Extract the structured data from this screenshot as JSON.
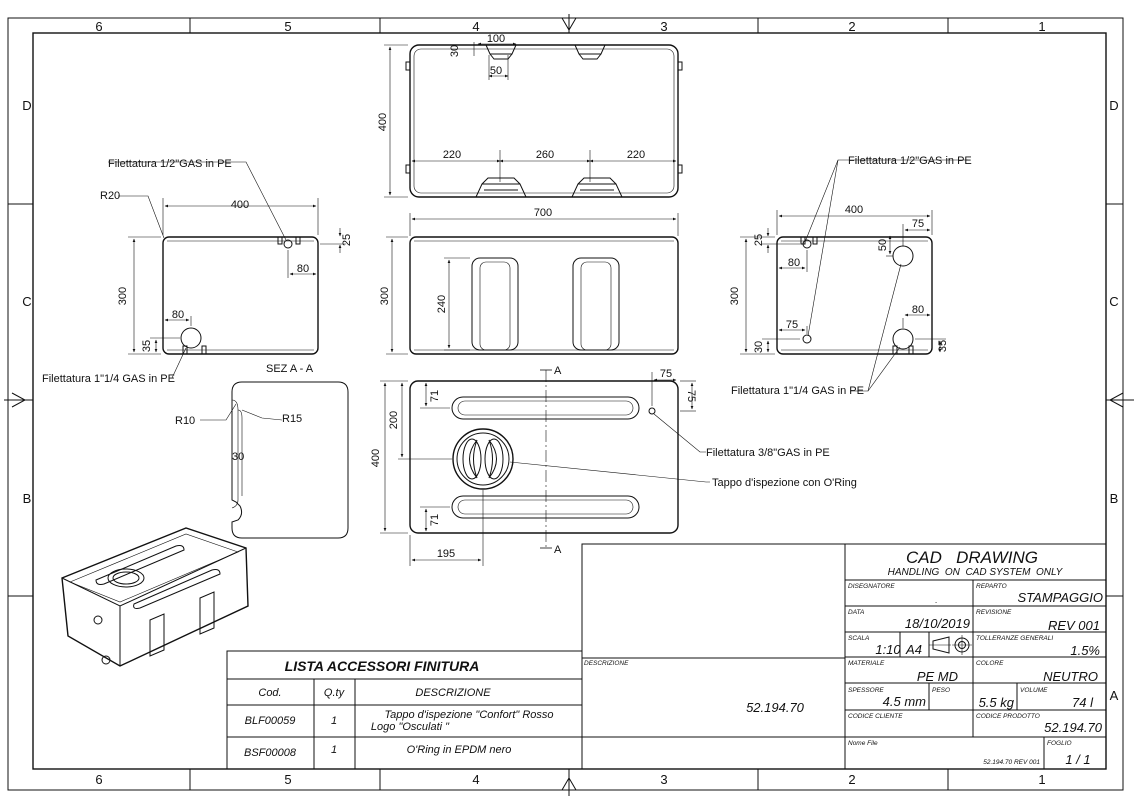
{
  "border": {
    "cols_top": [
      "6",
      "5",
      "4",
      "3",
      "2",
      "1"
    ],
    "cols_bottom": [
      "6",
      "5",
      "4",
      "3",
      "2",
      "1"
    ],
    "rows_left": [
      "D",
      "C",
      "B"
    ],
    "rows_right": [
      "D",
      "C",
      "B",
      "A"
    ]
  },
  "top_view": {
    "dim_100": "100",
    "dim_30": "30",
    "dim_50": "50",
    "dim_400": "400",
    "dim_220a": "220",
    "dim_260": "260",
    "dim_220b": "220"
  },
  "front_view": {
    "dim_700": "700",
    "dim_300": "300",
    "dim_240": "240"
  },
  "left_view": {
    "thread_half": "Filettatura 1/2\"GAS in PE",
    "r20": "R20",
    "dim_400": "400",
    "dim_25": "25",
    "dim_80a": "80",
    "dim_300": "300",
    "dim_80b": "80",
    "dim_35": "35",
    "thread_1_1_4": "Filettatura 1\"1/4 GAS in PE"
  },
  "right_view": {
    "thread_half": "Filettatura 1/2\"GAS in PE",
    "dim_400": "400",
    "dim_75a": "75",
    "dim_25": "25",
    "dim_50": "50",
    "dim_80a": "80",
    "dim_300": "300",
    "dim_75b": "75",
    "dim_80b": "80",
    "dim_30": "30",
    "dim_35": "35",
    "thread_1_1_4": "Filettatura 1\"1/4 GAS in PE"
  },
  "section": {
    "title": "SEZ A - A",
    "r10": "R10",
    "r15": "R15",
    "dim_30": "30"
  },
  "plan_view": {
    "cut_a_top": "A",
    "cut_a_bottom": "A",
    "dim_75a": "75",
    "dim_75b": "75",
    "dim_71a": "71",
    "dim_200": "200",
    "dim_400": "400",
    "dim_71b": "71",
    "dim_195": "195",
    "thread_3_8": "Filettatura 3/8\"GAS in PE",
    "cap_label": "Tappo d'ispezione con O'Ring"
  },
  "accessories": {
    "title": "LISTA ACCESSORI FINITURA",
    "headers": [
      "Cod.",
      "Q.ty",
      "DESCRIZIONE"
    ],
    "rows": [
      {
        "code": "BLF00059",
        "qty": "1",
        "desc_line1": "Tappo d'ispezione \"Confort\" Rosso",
        "desc_line2": "Logo \"Osculati \""
      },
      {
        "code": "BSF00008",
        "qty": "1",
        "desc_line1": "O'Ring in EPDM nero",
        "desc_line2": ""
      }
    ]
  },
  "title_block": {
    "heading": "CAD   DRAWING",
    "subheading": "HANDLING  ON  CAD SYSTEM  ONLY",
    "descrizione_label": "DESCRIZIONE",
    "descrizione_value": "52.194.70",
    "disegnatore_label": "DISEGNATORE",
    "disegnatore_value": "-",
    "reparto_label": "REPARTO",
    "reparto_value": "STAMPAGGIO",
    "data_label": "DATA",
    "data_value": "18/10/2019",
    "revisione_label": "REVISIONE",
    "revisione_value": "REV 001",
    "scala_label": "SCALA",
    "scala_value": "1:10",
    "format_value": "A4",
    "tolleranze_label": "TOLLERANZE GENERALI",
    "tolleranze_value": "1.5%",
    "materiale_label": "MATERIALE",
    "materiale_value": "PE MD",
    "colore_label": "COLORE",
    "colore_value": "NEUTRO",
    "spessore_label": "SPESSORE",
    "spessore_value": "4.5 mm",
    "peso_label": "PESO",
    "peso_value": "5.5 kg",
    "volume_label": "VOLUME",
    "volume_value": "74 l",
    "codice_cliente_label": "CODICE CLIENTE",
    "codice_prodotto_label": "CODICE PRODOTTO",
    "codice_prodotto_value": "52.194.70",
    "nome_file_label": "Nome File",
    "nome_file_value": "52.194.70 REV 001",
    "foglio_label": "FOGLIO",
    "foglio_value": "1 / 1"
  }
}
